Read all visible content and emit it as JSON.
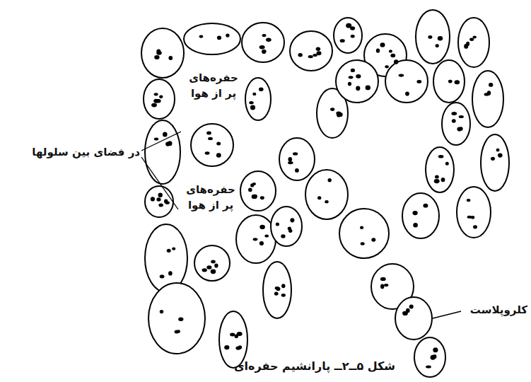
{
  "diagram": {
    "caption": "شکل ۵ــ۲ــ پارانشیم حفره‌ای",
    "labels": [
      "حفره‌های پر از هوا",
      "در فضای بین سلولها",
      "حفره‌های پر از هوا",
      "کلروپلاست"
    ]
  }
}
